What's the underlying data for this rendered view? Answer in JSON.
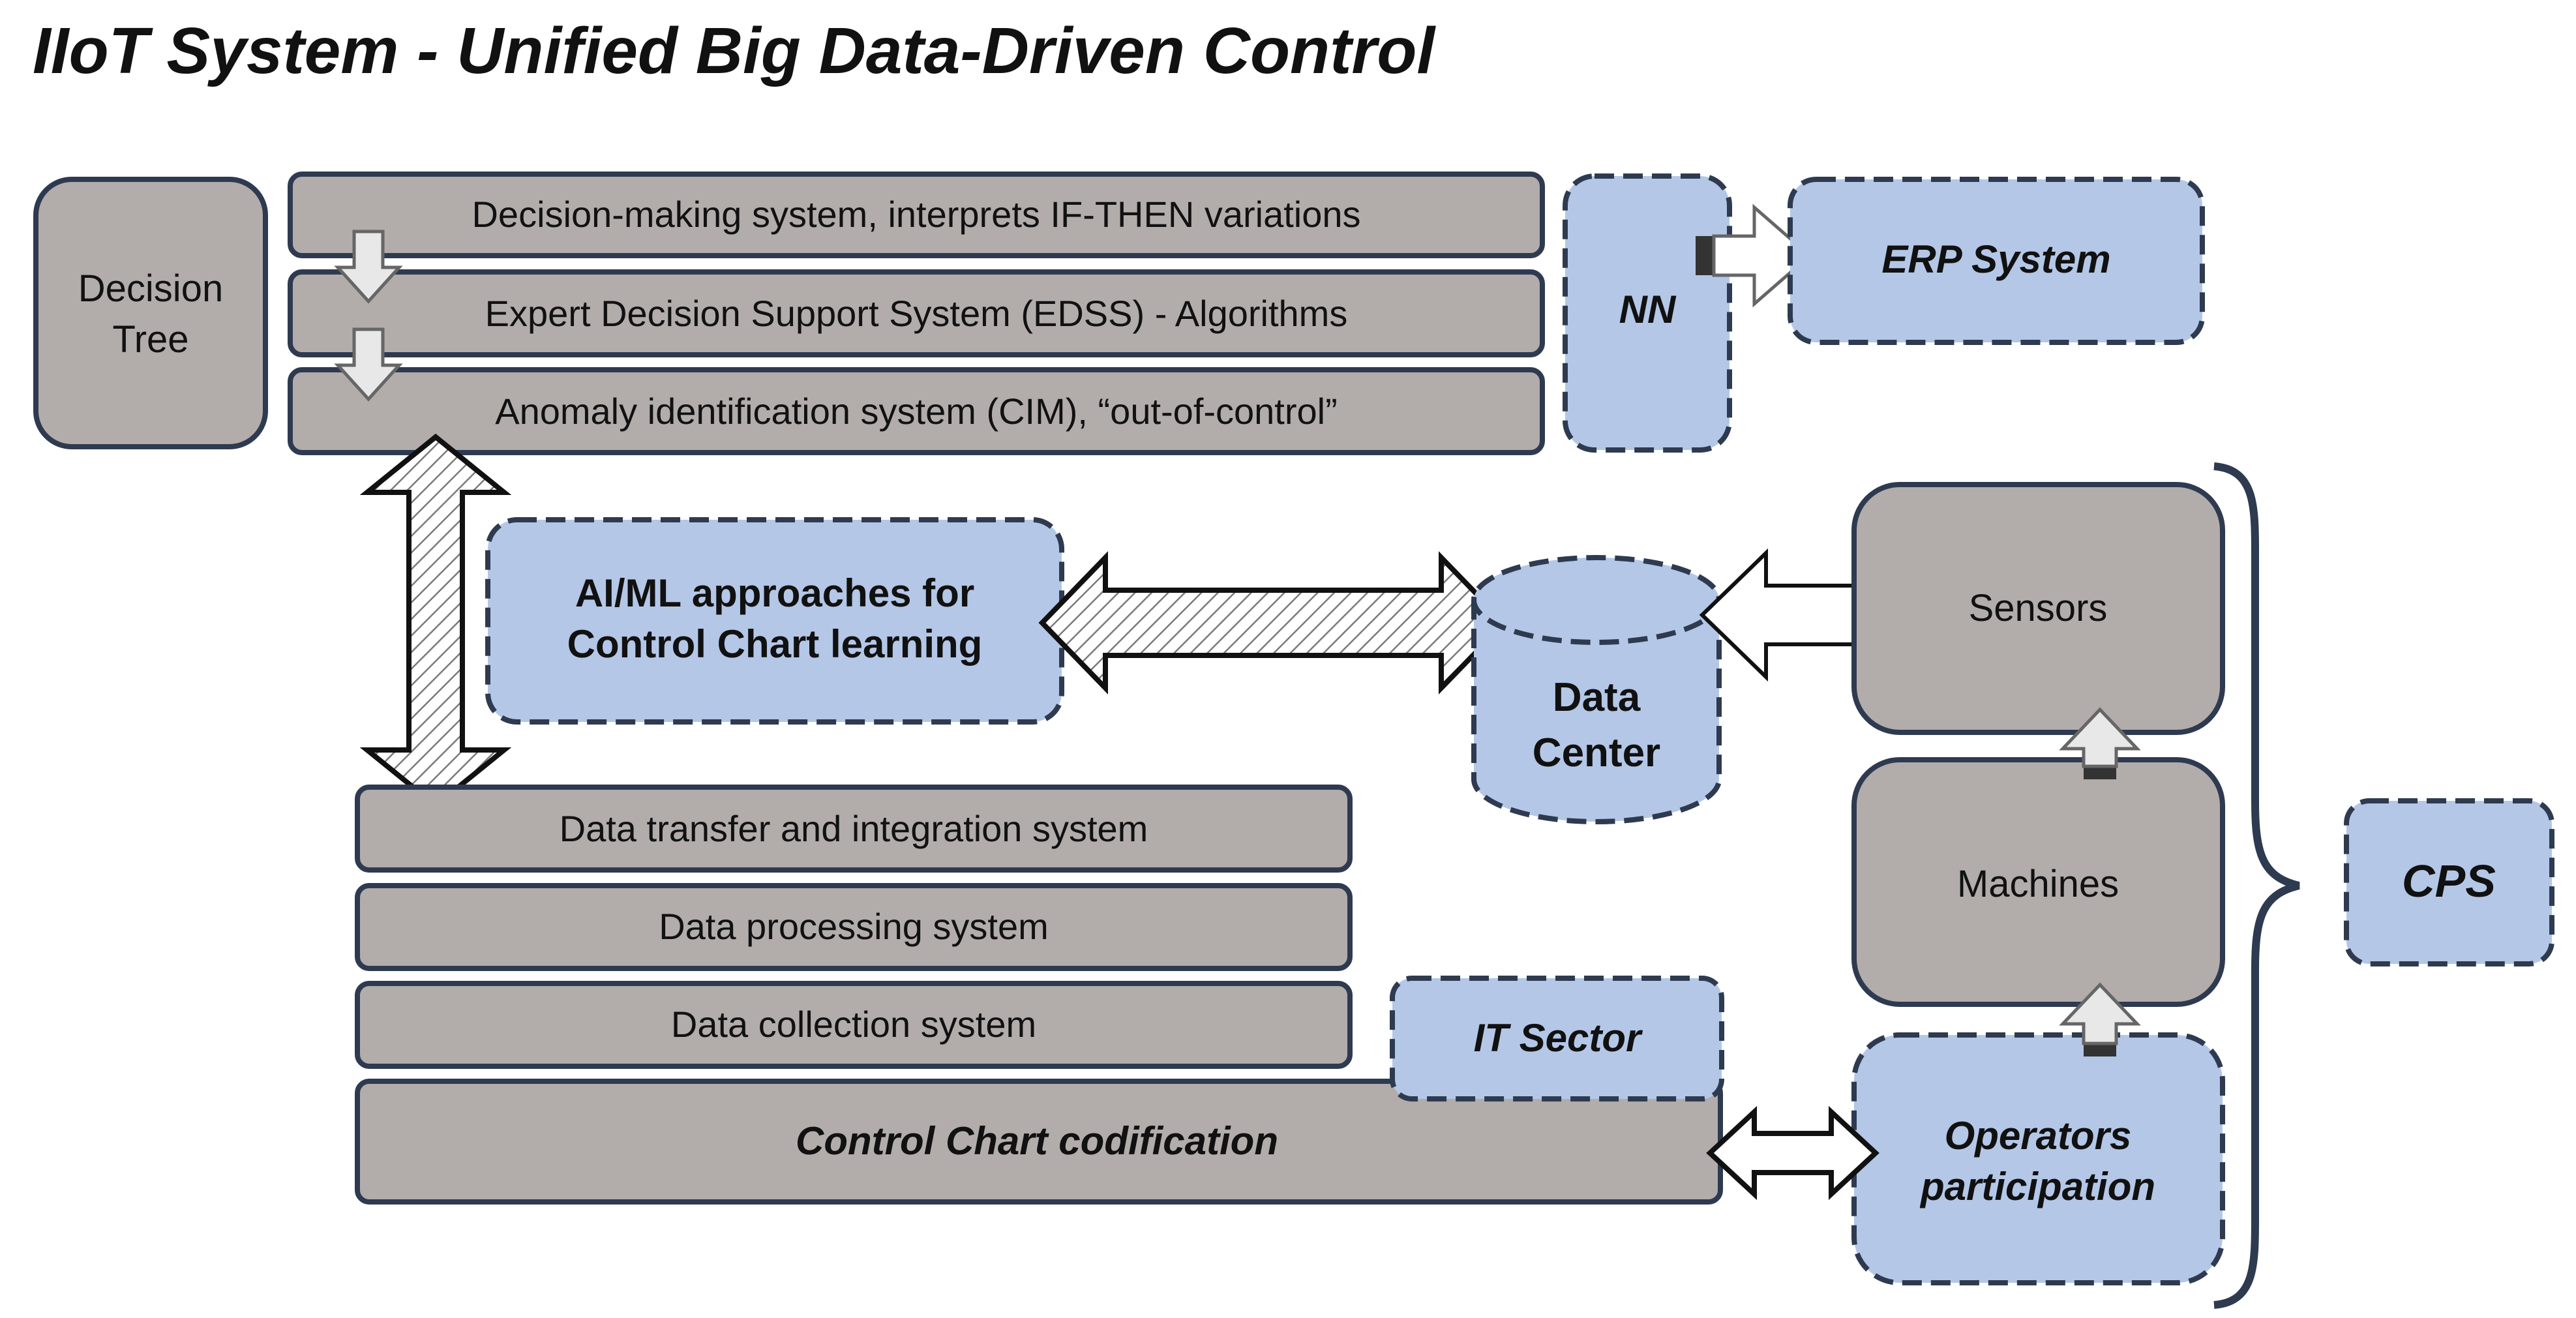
{
  "title": "IIoT System - Unified Big Data-Driven Control",
  "colors": {
    "gray_box": "#B2ACAB",
    "blue_box": "#B4C7E7",
    "border": "#2E3A4F",
    "text": "#111111",
    "arrow_fill": "#E8E8E8"
  },
  "decision_tree": {
    "line1": "Decision",
    "line2": "Tree"
  },
  "stack_top": {
    "decision_making": "Decision-making system, interprets IF-THEN variations",
    "edss": "Expert Decision Support System (EDSS) - Algorithms",
    "anomaly": "Anomaly identification system (CIM), “out-of-control”"
  },
  "nn": "NN",
  "erp": "ERP System",
  "ai_ml": {
    "line1": "AI/ML approaches for",
    "line2": "Control Chart learning"
  },
  "data_center": {
    "line1": "Data",
    "line2": "Center"
  },
  "sensors": "Sensors",
  "machines": "Machines",
  "cps": "CPS",
  "stack_bottom": {
    "transfer": "Data transfer and integration system",
    "processing": "Data processing system",
    "collection": "Data collection system",
    "codification": "Control Chart codification"
  },
  "it_sector": "IT Sector",
  "operators": {
    "line1": "Operators",
    "line2": "participation"
  }
}
